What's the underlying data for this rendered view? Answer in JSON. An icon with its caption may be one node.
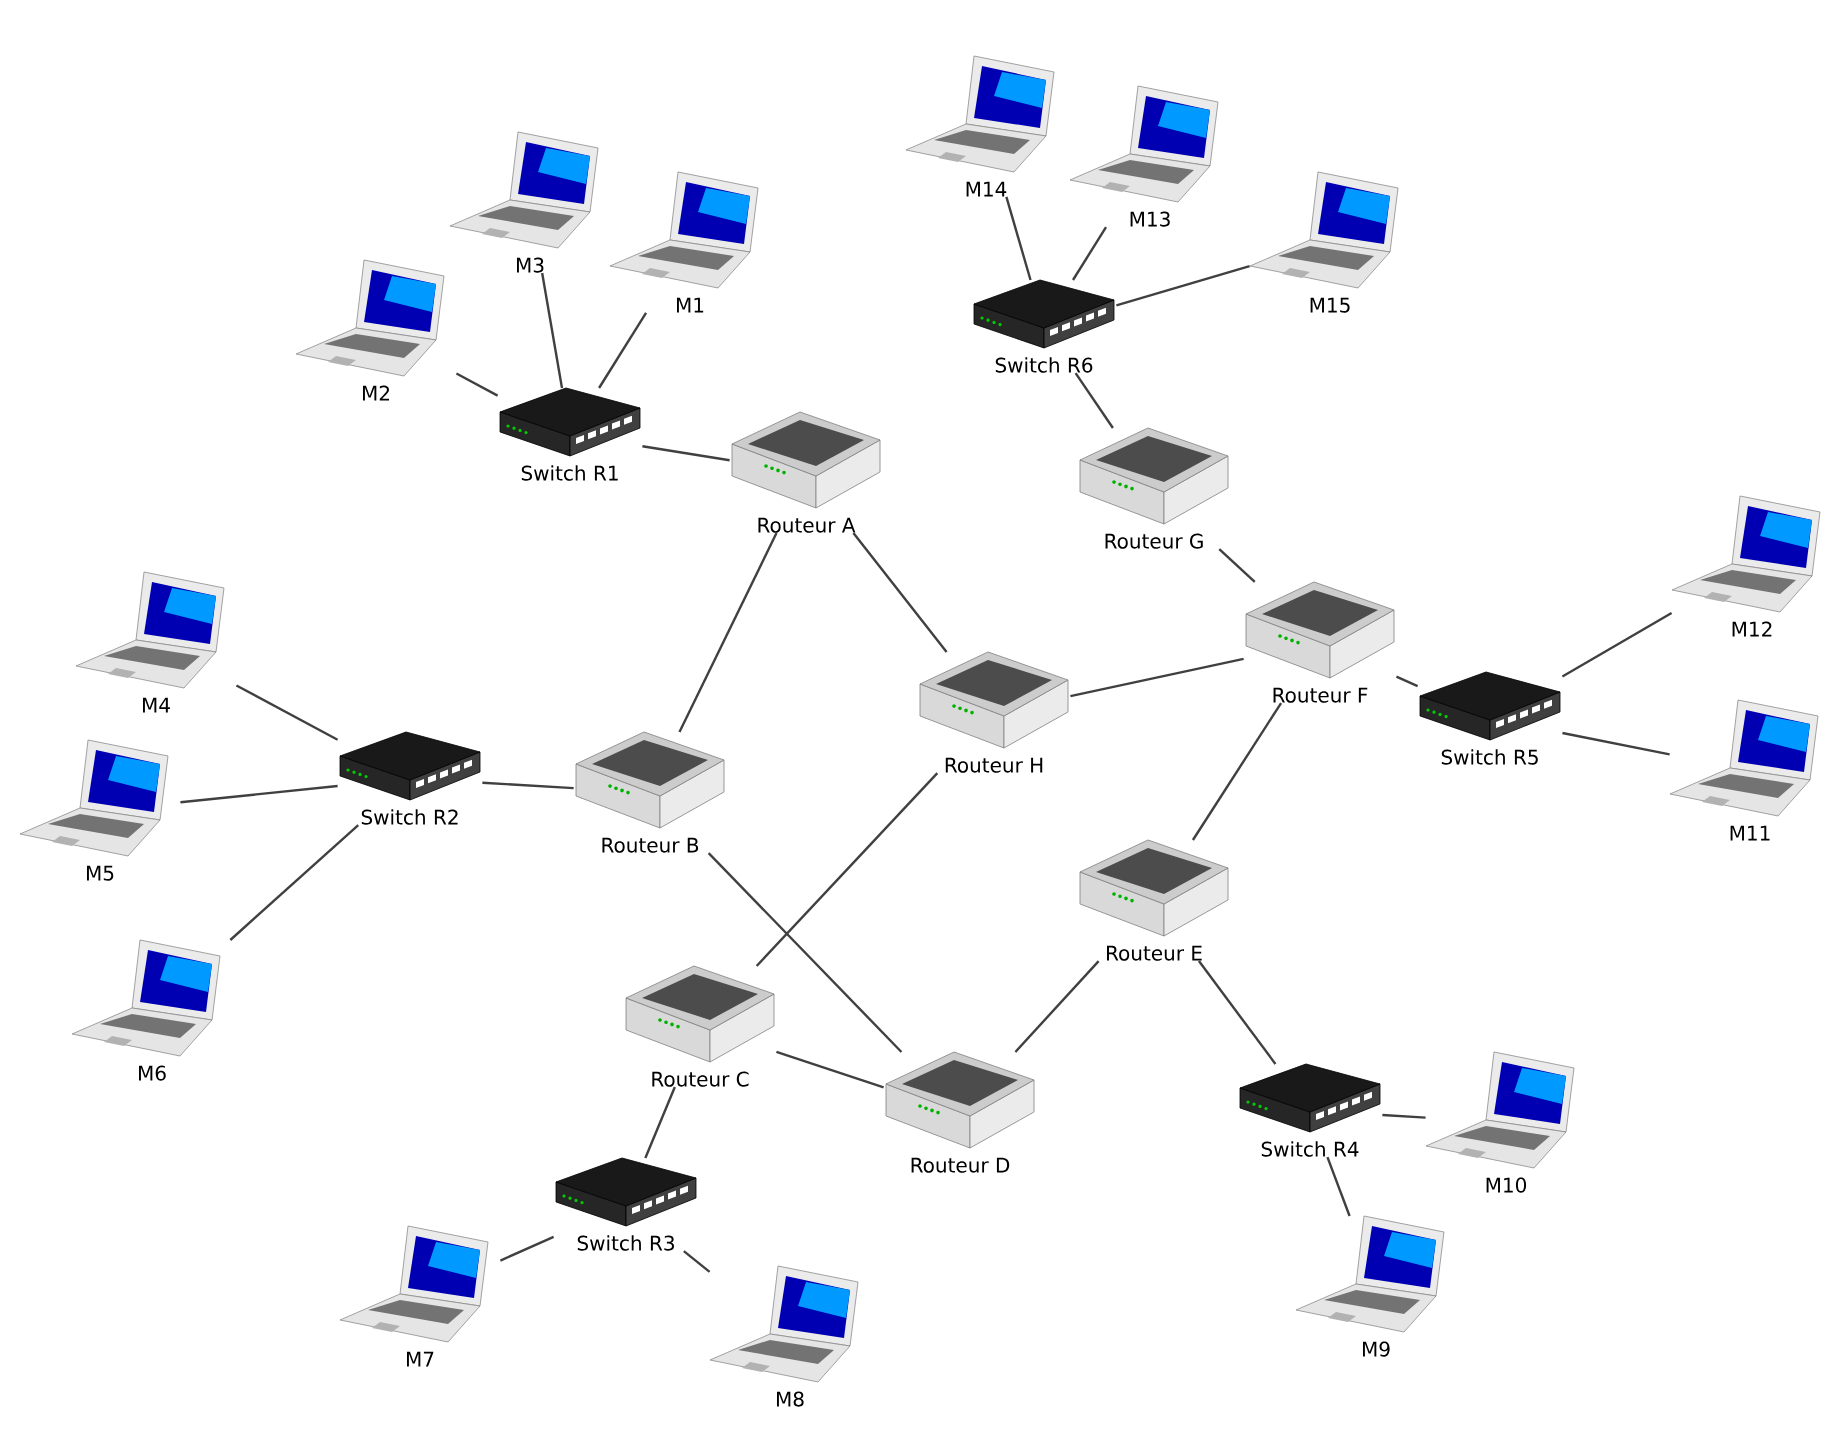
{
  "diagram": {
    "nodes": [
      {
        "text": [
          "Routeur A"
        ]
      },
      {
        "text": [
          "Routeur B"
        ]
      },
      {
        "text": [
          "Routeur C"
        ]
      },
      {
        "text": [
          "Routeur D"
        ]
      },
      {
        "text": [
          "Routeur E"
        ]
      },
      {
        "text": [
          "Routeur F"
        ]
      },
      {
        "text": [
          "Routeur G"
        ]
      },
      {
        "text": [
          "Routeur H"
        ]
      },
      {
        "text": [
          "Switch R1"
        ]
      },
      {
        "text": [
          "Switch R2"
        ]
      },
      {
        "text": [
          "Switch R3"
        ]
      },
      {
        "text": [
          "Switch R4"
        ]
      },
      {
        "text": [
          "Switch R5"
        ]
      },
      {
        "text": [
          "Switch R6"
        ]
      },
      {
        "text": [
          "M1"
        ]
      },
      {
        "text": [
          "M2"
        ]
      },
      {
        "text": [
          "M3"
        ]
      },
      {
        "text": [
          "M4"
        ]
      },
      {
        "text": [
          "M5"
        ]
      },
      {
        "text": [
          "M6"
        ]
      },
      {
        "text": [
          "M7"
        ]
      },
      {
        "text": [
          "M8"
        ]
      },
      {
        "text": [
          "M9"
        ]
      },
      {
        "text": [
          "M10"
        ]
      },
      {
        "text": [
          "M11"
        ]
      },
      {
        "text": [
          "M12"
        ]
      },
      {
        "text": [
          "M13"
        ]
      },
      {
        "text": [
          "M14"
        ]
      },
      {
        "text": [
          "M15"
        ]
      }
    ],
    "edges": [
      {
        "from": 8,
        "to": 14,
        "arrow": "none"
      },
      {
        "from": 8,
        "to": 15,
        "arrow": "none"
      },
      {
        "from": 8,
        "to": 16,
        "arrow": "none"
      },
      {
        "from": 8,
        "to": 0,
        "arrow": "none"
      },
      {
        "from": 0,
        "to": 1,
        "arrow": "none"
      },
      {
        "from": 0,
        "to": 7,
        "arrow": "none"
      },
      {
        "from": 9,
        "to": 17,
        "arrow": "none"
      },
      {
        "from": 9,
        "to": 18,
        "arrow": "none"
      },
      {
        "from": 9,
        "to": 19,
        "arrow": "none"
      },
      {
        "from": 9,
        "to": 1,
        "arrow": "none"
      },
      {
        "from": 1,
        "to": 3,
        "arrow": "none"
      },
      {
        "from": 7,
        "to": 2,
        "arrow": "none"
      },
      {
        "from": 7,
        "to": 5,
        "arrow": "none"
      },
      {
        "from": 2,
        "to": 10,
        "arrow": "none"
      },
      {
        "from": 2,
        "to": 3,
        "arrow": "none"
      },
      {
        "from": 10,
        "to": 20,
        "arrow": "none"
      },
      {
        "from": 10,
        "to": 21,
        "arrow": "none"
      },
      {
        "from": 3,
        "to": 4,
        "arrow": "none"
      },
      {
        "from": 4,
        "to": 5,
        "arrow": "none"
      },
      {
        "from": 4,
        "to": 11,
        "arrow": "none"
      },
      {
        "from": 11,
        "to": 22,
        "arrow": "none"
      },
      {
        "from": 11,
        "to": 23,
        "arrow": "none"
      },
      {
        "from": 5,
        "to": 6,
        "arrow": "none"
      },
      {
        "from": 5,
        "to": 12,
        "arrow": "none"
      },
      {
        "from": 12,
        "to": 24,
        "arrow": "none"
      },
      {
        "from": 12,
        "to": 25,
        "arrow": "none"
      },
      {
        "from": 6,
        "to": 13,
        "arrow": "none"
      },
      {
        "from": 13,
        "to": 26,
        "arrow": "none"
      },
      {
        "from": 13,
        "to": 27,
        "arrow": "none"
      },
      {
        "from": 13,
        "to": 28,
        "arrow": "none"
      }
    ]
  }
}
